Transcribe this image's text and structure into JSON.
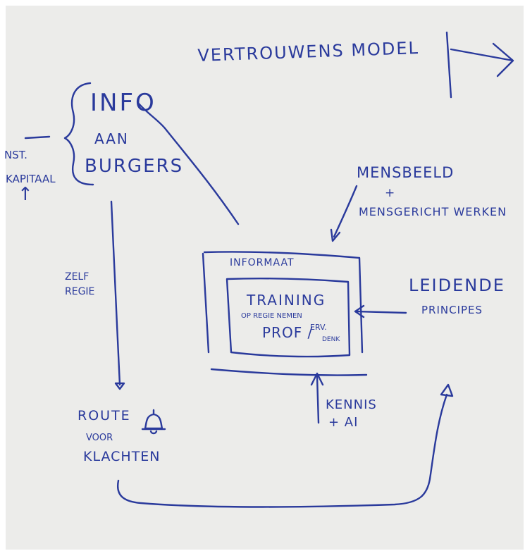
{
  "colors": {
    "ink": "#2a3a9c",
    "paper": "#ececea"
  },
  "title": "VERTROUWENS MODEL",
  "info_block": {
    "line1": "INFO",
    "line2": "AAN",
    "line3": "BURGERS"
  },
  "left_side": {
    "nst": "NST.",
    "kapitaal": "KAPITAAL",
    "arrow": "↑"
  },
  "zelf_regie": {
    "line1": "ZELF",
    "line2": "REGIE"
  },
  "route_block": {
    "line1": "ROUTE",
    "line2": "VOOR",
    "line3": "KLACHTEN",
    "icon": "bell-icon"
  },
  "mensbeeld": {
    "line1": "MENSBEELD",
    "line2": "+",
    "line3": "MENSGERICHT WERKEN"
  },
  "center": {
    "outer_label": "INFORMAAT",
    "inner_line1": "TRAINING",
    "inner_line2": "OP REGIE NEMEN",
    "inner_line3": "PROF /",
    "inner_line4": "ERV.",
    "inner_line5": "DENK"
  },
  "leidende": {
    "line1": "LEIDENDE",
    "line2": "PRINCIPES"
  },
  "kennis": {
    "line1": "KENNIS",
    "line2": "+ AI"
  }
}
